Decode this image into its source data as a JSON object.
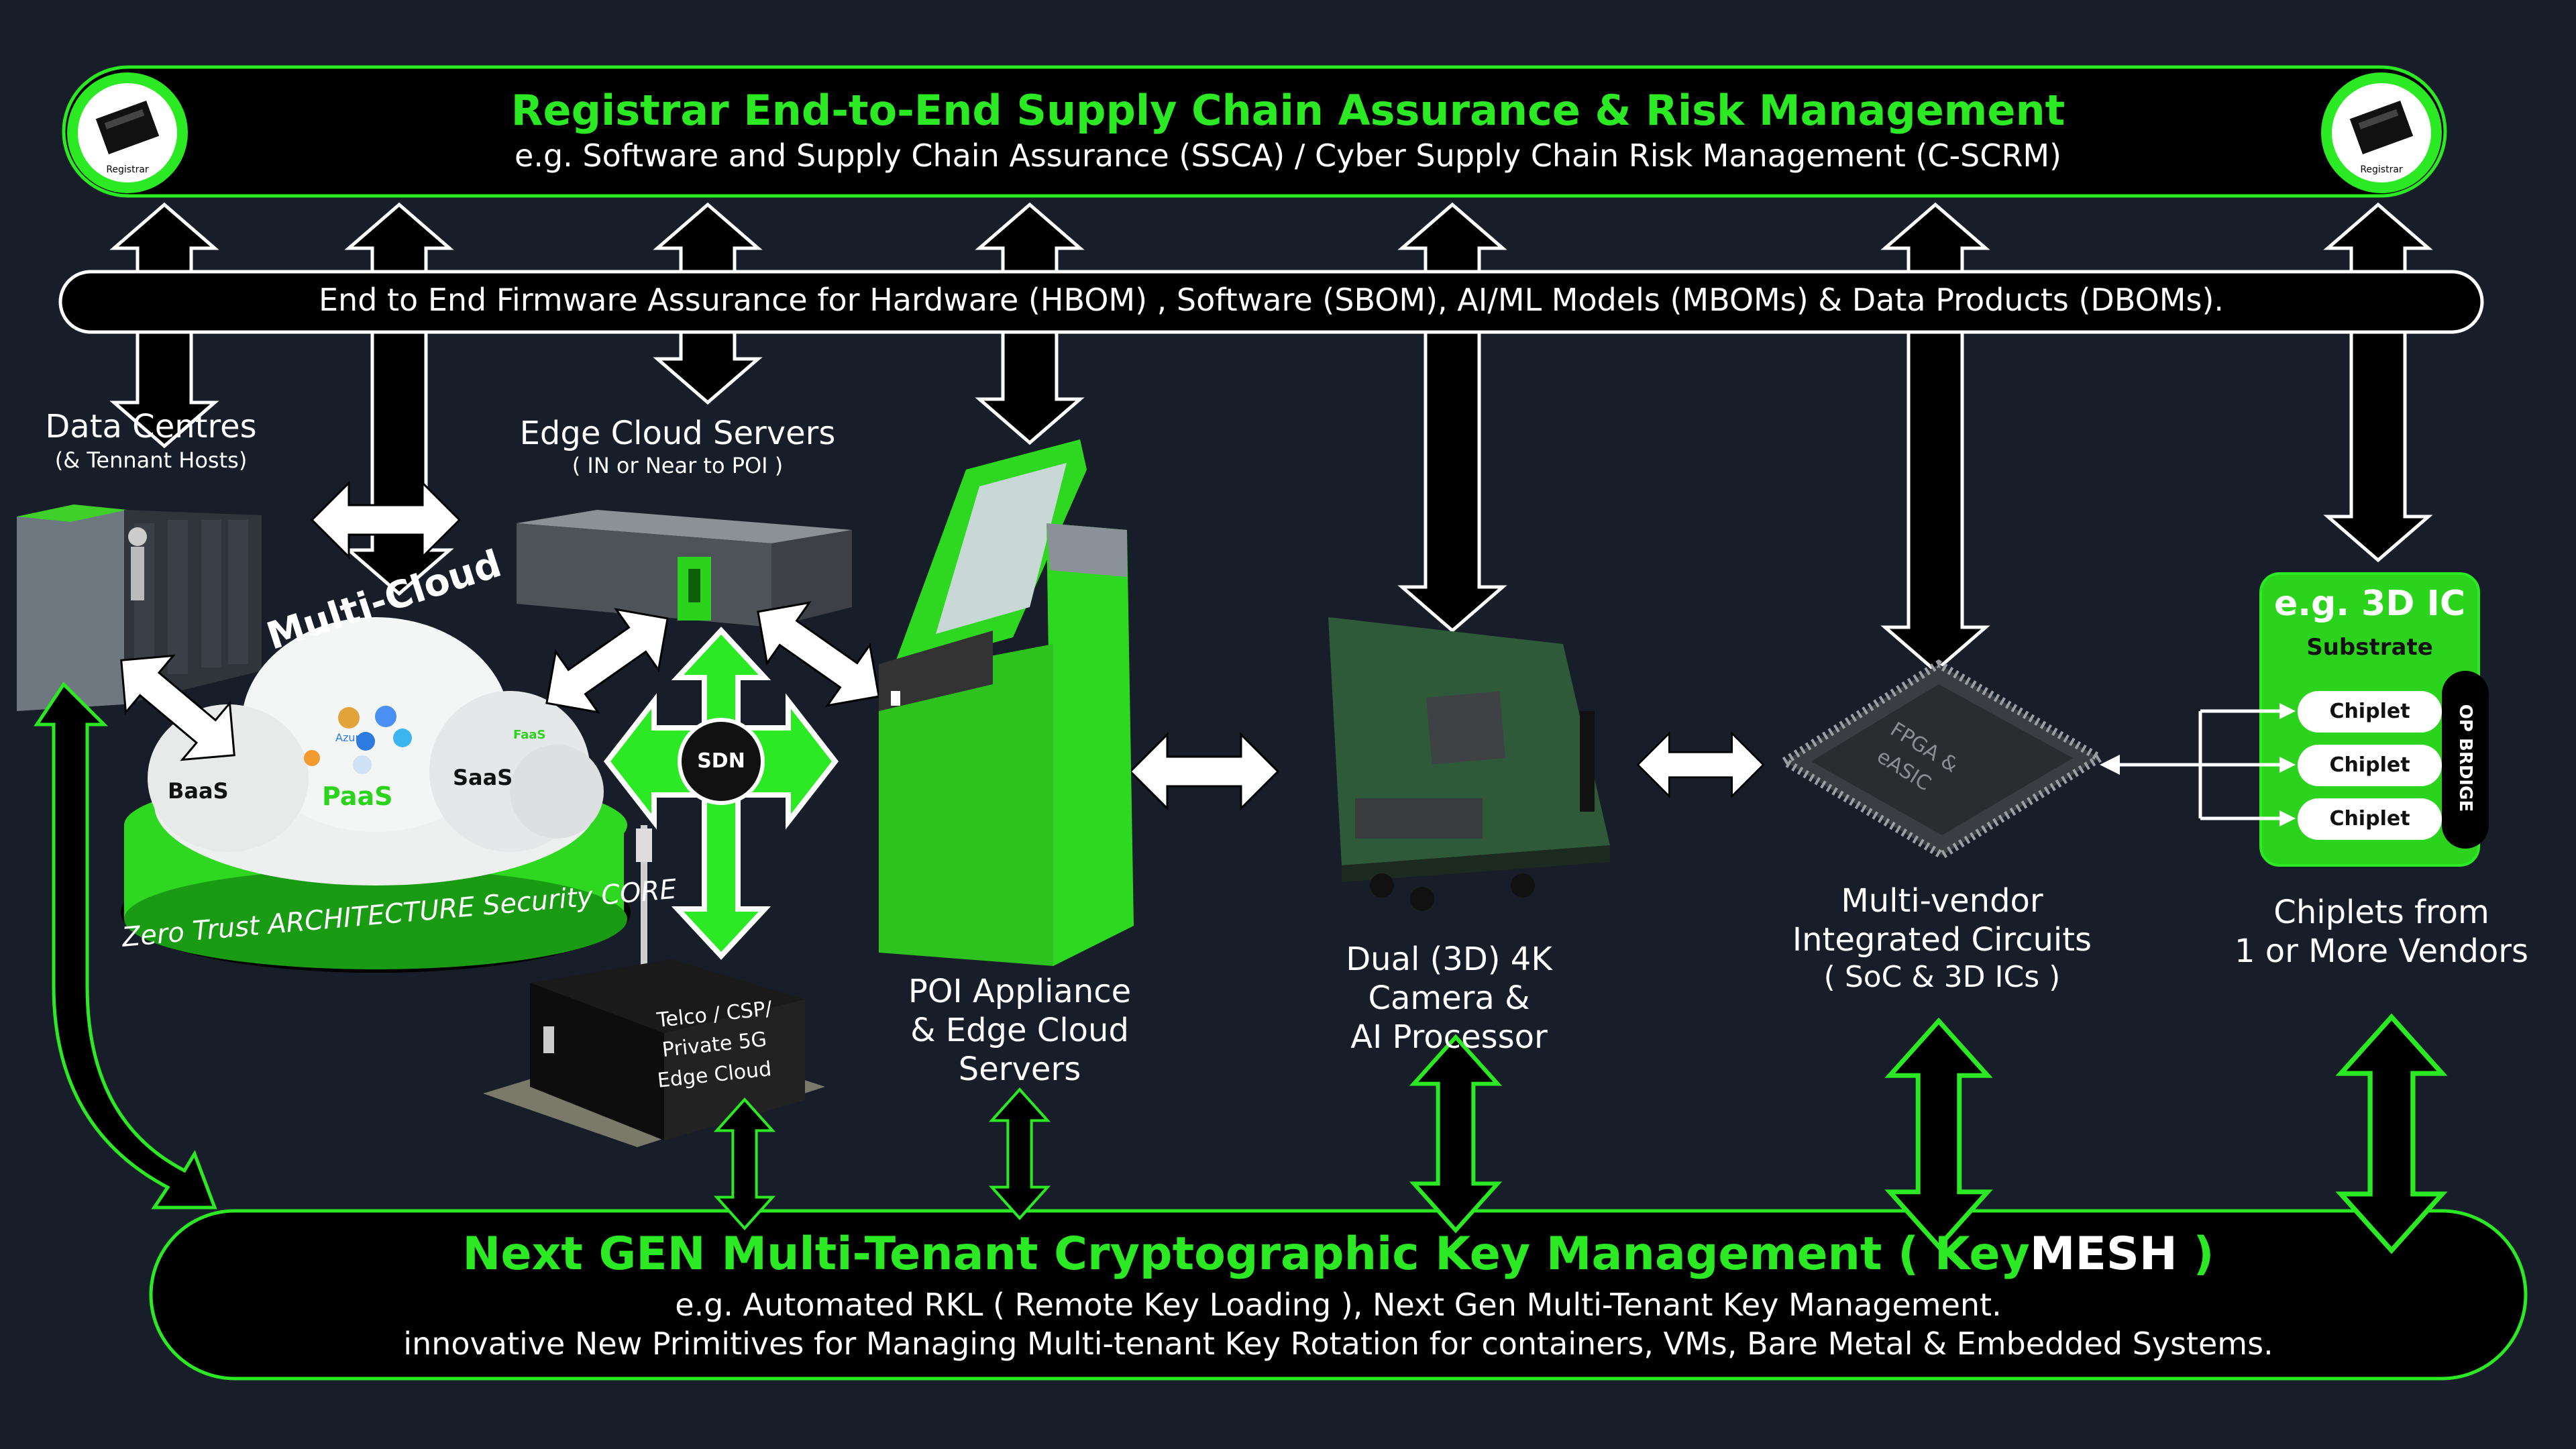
{
  "registrar": {
    "title": "Registrar End-to-End Supply Chain Assurance & Risk Management",
    "subtitle": "e.g. Software and Supply Chain Assurance (SSCA) / Cyber Supply Chain Risk Management (C-SCRM)",
    "badge_label": "Registrar"
  },
  "firmware_bar": {
    "text": "End to End Firmware Assurance for Hardware (HBOM) , Software (SBOM), AI/ML Models (MBOMs) & Data Products (DBOMs)."
  },
  "data_centres": {
    "title": "Data Centres",
    "subtitle": "(& Tennant Hosts)"
  },
  "edge_cloud": {
    "title": "Edge Cloud Servers",
    "subtitle": "( IN or Near to POI )"
  },
  "multi_cloud": {
    "label": "Multi-Cloud",
    "baas": "BaaS",
    "paas": "PaaS",
    "saas": "SaaS",
    "faas": "FaaS",
    "azure": "Azure",
    "ztac": "Zero Trust ARCHITECTURE Security CORE"
  },
  "sdn": {
    "label": "SDN"
  },
  "telco": {
    "line1": "Telco / CSP/",
    "line2": "Private 5G",
    "line3": "Edge Cloud"
  },
  "poi": {
    "line1": "POI Appliance",
    "line2": "& Edge Cloud",
    "line3": "Servers"
  },
  "camera": {
    "line1": "Dual (3D) 4K",
    "line2": "Camera &",
    "line3": "AI Processor"
  },
  "ic": {
    "line1": "Multi-vendor",
    "line2": "Integrated Circuits",
    "line3": "( SoC & 3D ICs )",
    "chip_label_1": "FPGA &",
    "chip_label_2": "eASIC"
  },
  "ic3d": {
    "title": "e.g. 3D IC",
    "substrate": "Substrate",
    "chiplets": [
      "Chiplet",
      "Chiplet",
      "Chiplet"
    ],
    "bridge": "OP BRDIGE"
  },
  "chiplets_caption": {
    "line1": "Chiplets from",
    "line2": "1 or More Vendors"
  },
  "keymesh": {
    "title_prefix": "Next GEN Multi-Tenant Cryptographic Key Management  ( Key",
    "title_mesh": "MESH",
    "title_suffix": " )",
    "line1": "e.g. Automated RKL ( Remote Key Loading ), Next Gen Multi-Tenant Key Management.",
    "line2": "innovative New Primitives for Managing Multi-tenant Key Rotation for containers, VMs, Bare Metal & Embedded Systems."
  },
  "colors": {
    "background": "#171d29",
    "accent_green": "#2bea24",
    "device_green": "#33d11f",
    "arrow_white": "#ffffff",
    "arrow_outline": "#000000"
  }
}
